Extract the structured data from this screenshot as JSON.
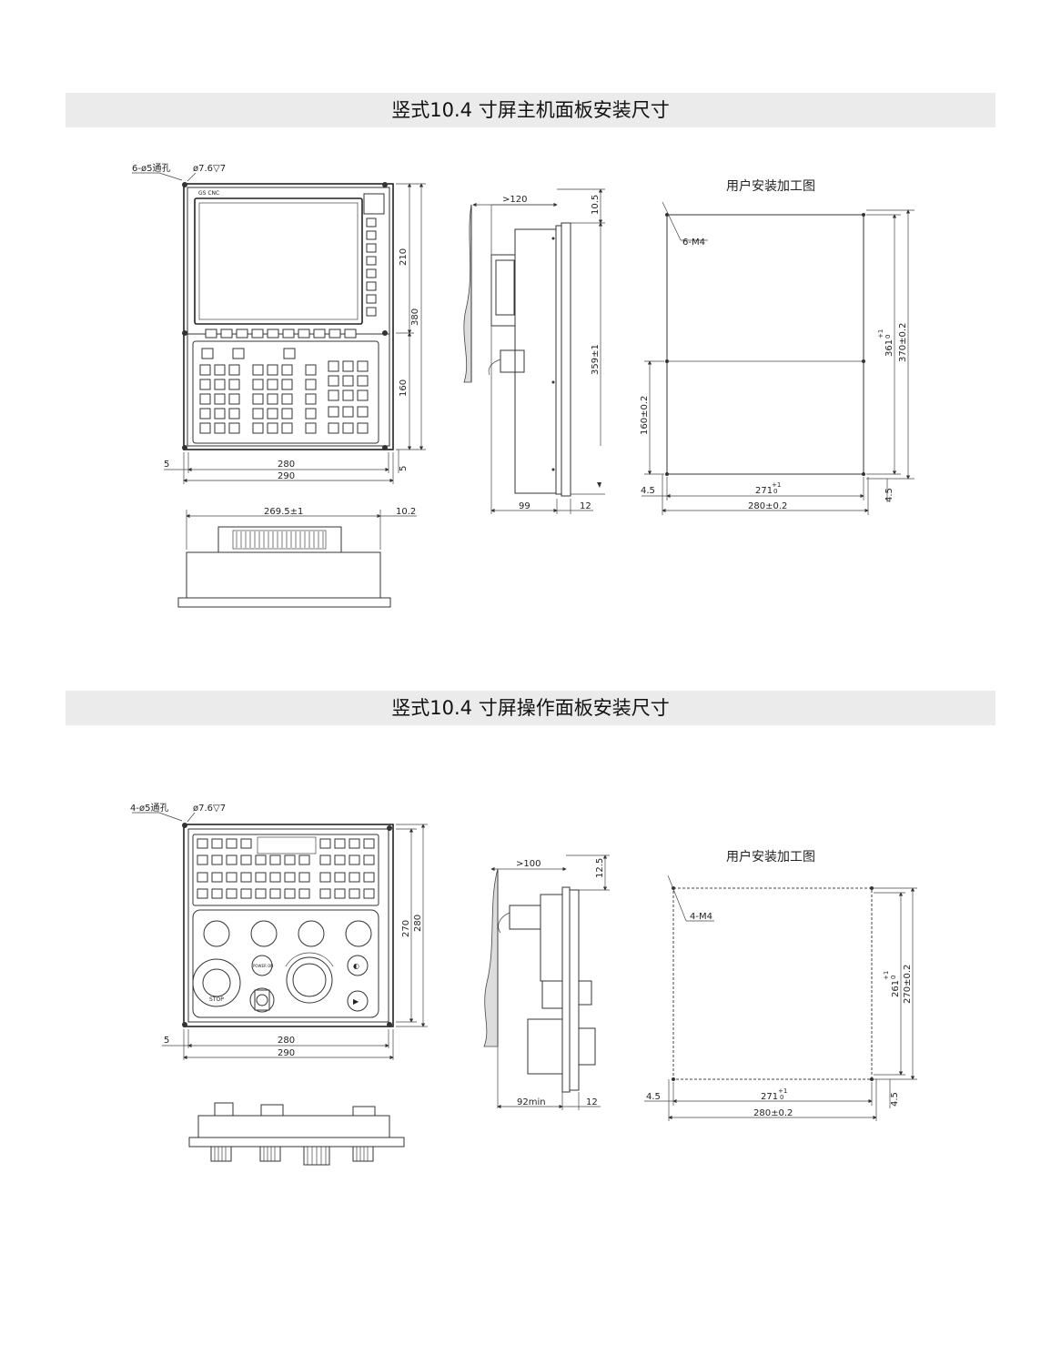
{
  "sections": [
    {
      "title": "竖式10.4 寸屏主机面板安装尺寸",
      "front": {
        "hole_callout": "6-ø5通孔",
        "counterbore_callout": "ø7.6▽7",
        "brand_text": "GS CNC",
        "dim_width_inner": "280",
        "dim_width_outer": "290",
        "dim_offset_left": "5",
        "dim_offset_bottom": "5",
        "dim_height_upper": "210",
        "dim_height_total": "380",
        "dim_height_lower": "160"
      },
      "bottom": {
        "dim_width": "269.5±1",
        "dim_thickness": "10.2"
      },
      "side": {
        "dim_depth_clearance": ">120",
        "dim_top": "10.5",
        "dim_height": "359±1",
        "dim_depth": "99",
        "dim_thickness": "12"
      },
      "cutout": {
        "caption": "用户安装加工图",
        "thread_callout": "6-M4",
        "dim_height_outer": "370±0.2",
        "dim_height_inner": "361",
        "dim_height_inner_tol": "+1",
        "dim_height_inner_tol_low": "0",
        "dim_lower": "160±0.2",
        "dim_width_inner": "271",
        "dim_width_inner_tol": "+1",
        "dim_width_inner_tol_low": "0",
        "dim_width_outer": "280±0.2",
        "dim_edge_left": "4.5",
        "dim_edge_bottom": "4.5"
      }
    },
    {
      "title": "竖式10.4 寸屏操作面板安装尺寸",
      "front": {
        "hole_callout": "4-ø5通孔",
        "counterbore_callout": "ø7.6▽7",
        "dim_width_inner": "280",
        "dim_width_outer": "290",
        "dim_offset_left": "5",
        "dim_height_inner": "270",
        "dim_height_outer": "280",
        "estop_label": "STOP",
        "power_label": "POWER ON"
      },
      "side": {
        "dim_depth_clearance": ">100",
        "dim_top": "12.5",
        "dim_depth": "92min",
        "dim_thickness": "12"
      },
      "cutout": {
        "caption": "用户安装加工图",
        "thread_callout": "4-M4",
        "dim_height_inner": "261",
        "dim_height_inner_tol": "+1",
        "dim_height_inner_tol_low": "0",
        "dim_height_outer": "270±0.2",
        "dim_width_inner": "271",
        "dim_width_inner_tol": "+1",
        "dim_width_inner_tol_low": "0",
        "dim_width_outer": "280±0.2",
        "dim_edge_left": "4.5",
        "dim_edge_bottom": "4.5"
      }
    }
  ]
}
